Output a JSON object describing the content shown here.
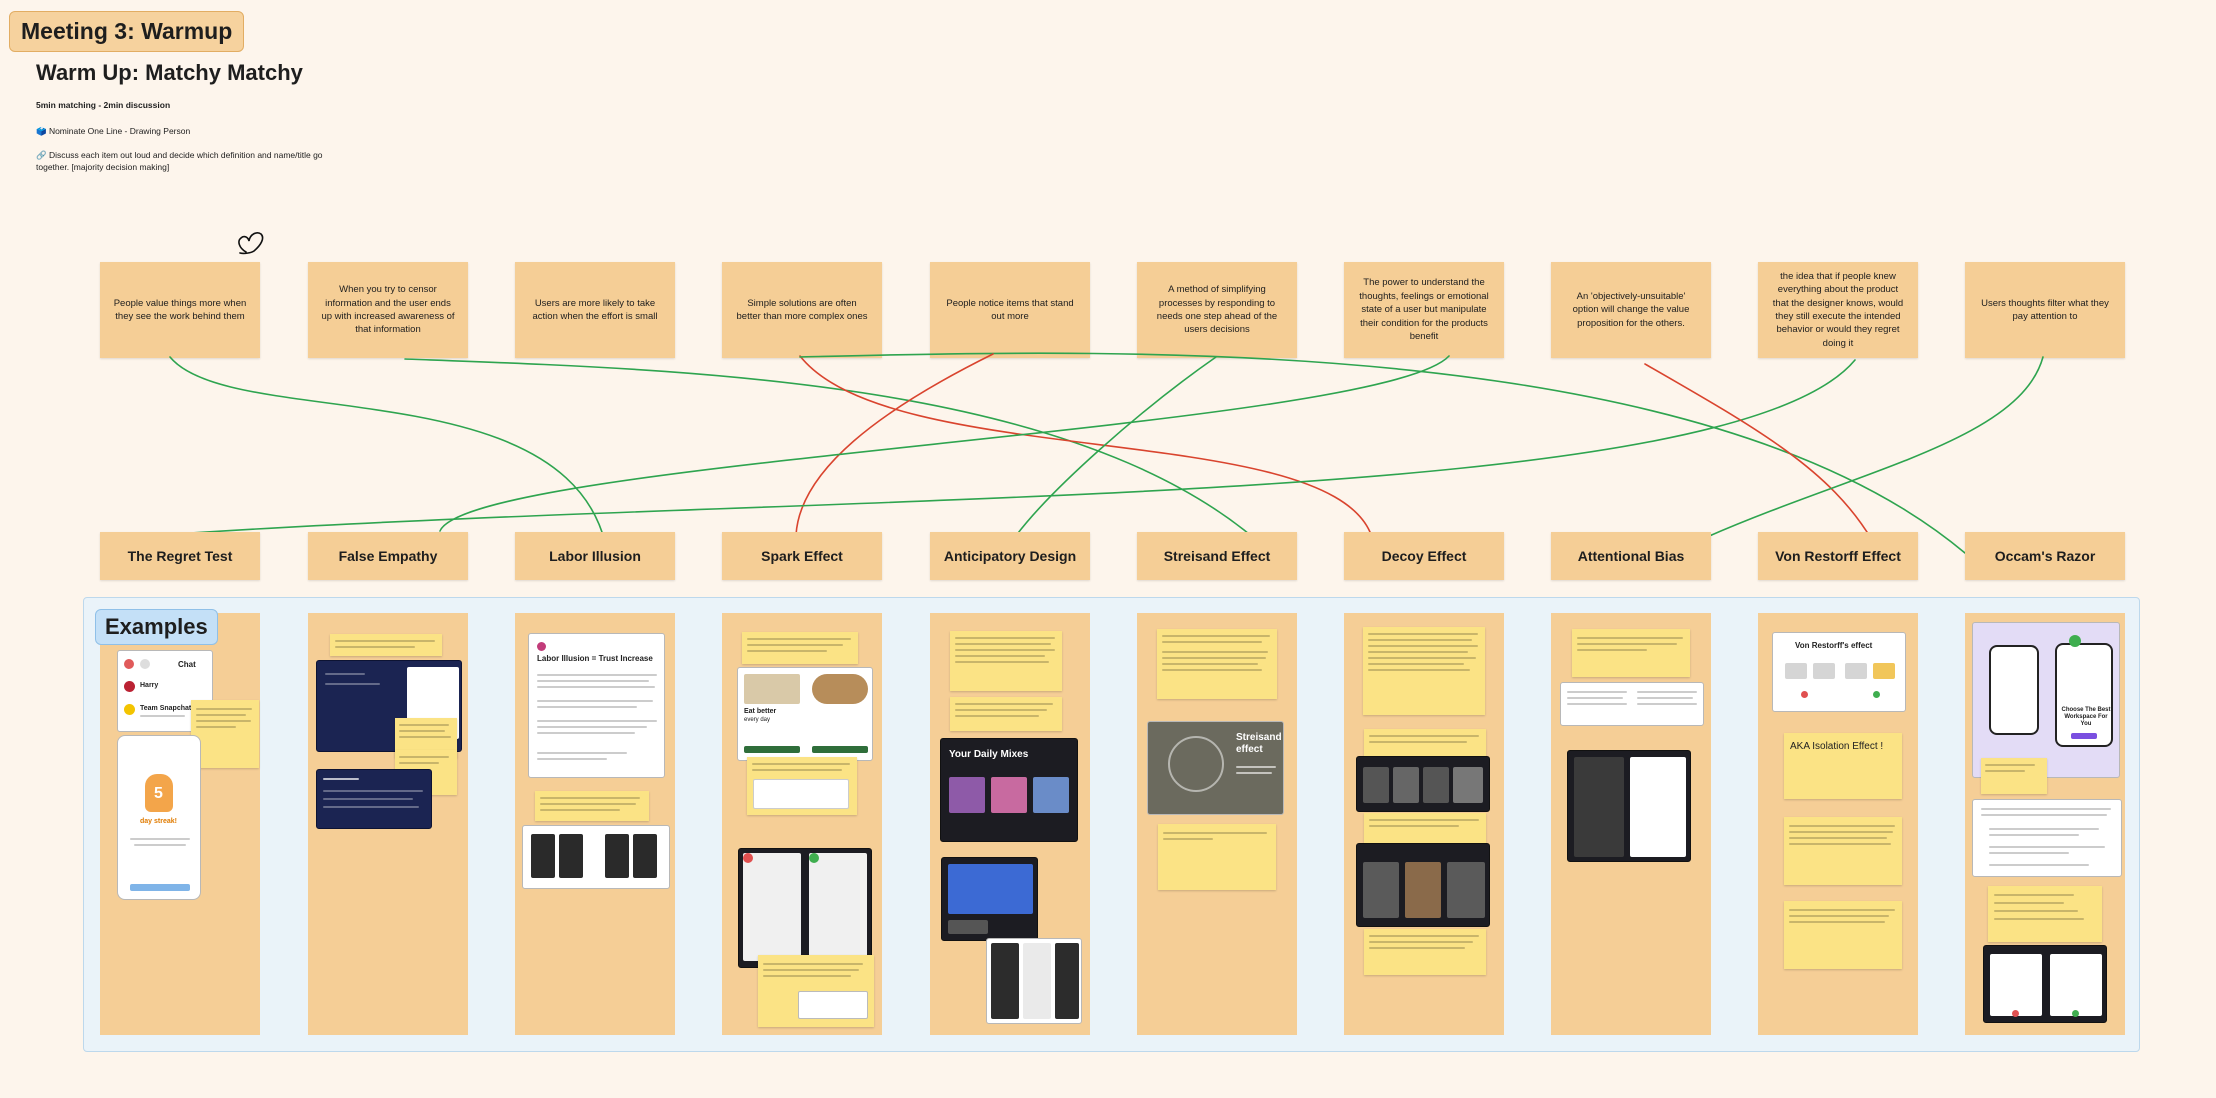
{
  "section_title": "Meeting 3: Warmup",
  "intro": {
    "title": "Warm Up: Matchy Matchy",
    "subtitle": "5min matching - 2min discussion",
    "nominate": "🗳️ Nominate One Line - Drawing Person",
    "instructions": "🔗 Discuss each item out loud and decide which definition and name/title go together. [majority decision making]"
  },
  "definitions": [
    "People value things more when they see the work behind them",
    "When you try to censor information and the user ends up with increased awareness of that information",
    "Users are more likely to take action when the effort is small",
    "Simple solutions are often better than more complex ones",
    "People notice items that stand out more",
    "A method of simplifying processes by responding to needs one step ahead of the users decisions",
    "The power to understand the thoughts, feelings or emotional state of a user but manipulate their condition for the products benefit",
    "An 'objectively-unsuitable' option will change the value proposition for the others.",
    "the idea that if people knew everything about the product that the designer knows, would they still execute the intended behavior or would they regret doing it",
    "Users thoughts filter what they pay attention to"
  ],
  "terms": [
    "The Regret Test",
    "False Empathy",
    "Labor Illusion",
    "Spark Effect",
    "Anticipatory Design",
    "Streisand Effect",
    "Decoy Effect",
    "Attentional Bias",
    "Von Restorff Effect",
    "Occam's Razor"
  ],
  "connector_colors": {
    "green": "#2ea44f",
    "red": "#d9442e"
  },
  "examples": {
    "title": "Examples",
    "chat_title": "Chat",
    "contacts": [
      "Harry",
      "Team Snapchat"
    ],
    "streak": "5",
    "streak_caption": "day streak!",
    "labor_heading": "Labor Illusion = Trust Increase",
    "mixes_title": "Your Daily Mixes",
    "eat_better": "Eat better",
    "eat_better_sub": "every day",
    "streisand_caption": "Streisand effect",
    "von_restorff_title": "Von Restorff's effect",
    "isolation_note": "AKA Isolation Effect !",
    "occam_headline": "Choose The Best Workspace For You"
  }
}
